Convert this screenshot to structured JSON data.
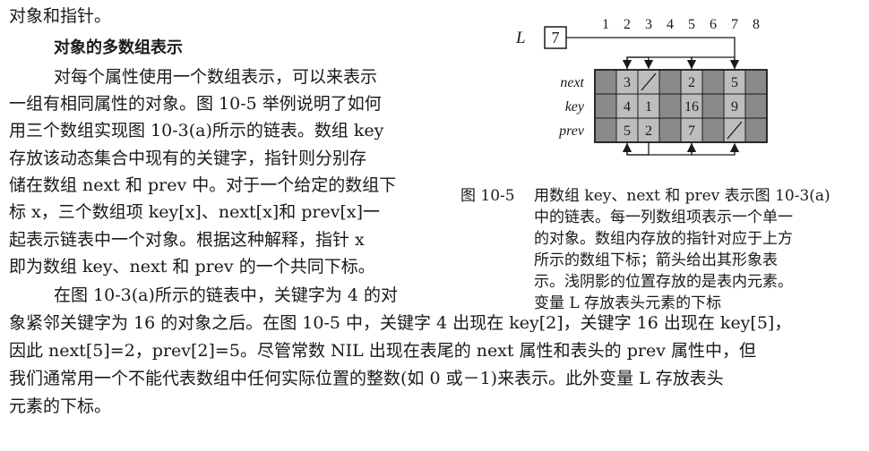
{
  "body_lines": [
    "对象和指针。",
    "对每个属性使用一个数组表示，可以来表示",
    "一组有相同属性的对象。图 10-5 举例说明了如何",
    "用三个数组实现图 10-3(a)所示的链表。数组 key",
    "存放该动态集合中现有的关键字，指针则分别存",
    "储在数组 next 和 prev 中。对于一个给定的数组下",
    "标 x，三个数组项 key[x]、next[x]和 prev[x]一",
    "起表示链表中一个对象。根据这种解释，指针 x",
    "即为数组 key、next 和 prev 的一个共同下标。",
    "在图 10-3(a)所示的链表中，关键字为 4 的对",
    "象紧邻关键字为 16 的对象之后。在图 10-5 中，关键字 4 出现在 key[2]，关键字 16 出现在 key[5]，",
    "因此 next[5]=2，prev[2]=5。尽管常数 NIL 出现在表尾的 next 属性和表头的 prev 属性中，但",
    "我们通常用一个不能代表数组中任何实际位置的整数(如 0 或－1)来表示。此外变量 L 存放表头",
    "元素的下标。"
  ],
  "section_heading": "对象的多数组表示",
  "figure": {
    "variable_label": "L",
    "variable_value": "7",
    "indices": [
      "1",
      "2",
      "3",
      "4",
      "5",
      "6",
      "7",
      "8"
    ],
    "row_labels": [
      "next",
      "key",
      "prev"
    ],
    "next": [
      "",
      "3",
      "/",
      "",
      "2",
      "",
      "5",
      ""
    ],
    "key": [
      "",
      "4",
      "1",
      "",
      "16",
      "",
      "9",
      ""
    ],
    "prev": [
      "",
      "5",
      "2",
      "",
      "7",
      "",
      "/",
      ""
    ],
    "shaded_columns": [
      2,
      3,
      5,
      7
    ],
    "colors": {
      "light_shade": "#bdbdbd",
      "dark_shade": "#8a8a8a",
      "ink": "#1a1a1a"
    }
  },
  "caption": {
    "label": "图 10-5",
    "lines": [
      "用数组 key、next 和 prev 表示图 10-3(a)",
      "中的链表。每一列数组项表示一个单一",
      "的对象。数组内存放的指针对应于上方",
      "所示的数组下标；箭头给出其形象表",
      "示。浅阴影的位置存放的是表内元素。",
      "变量 L 存放表头元素的下标"
    ]
  }
}
